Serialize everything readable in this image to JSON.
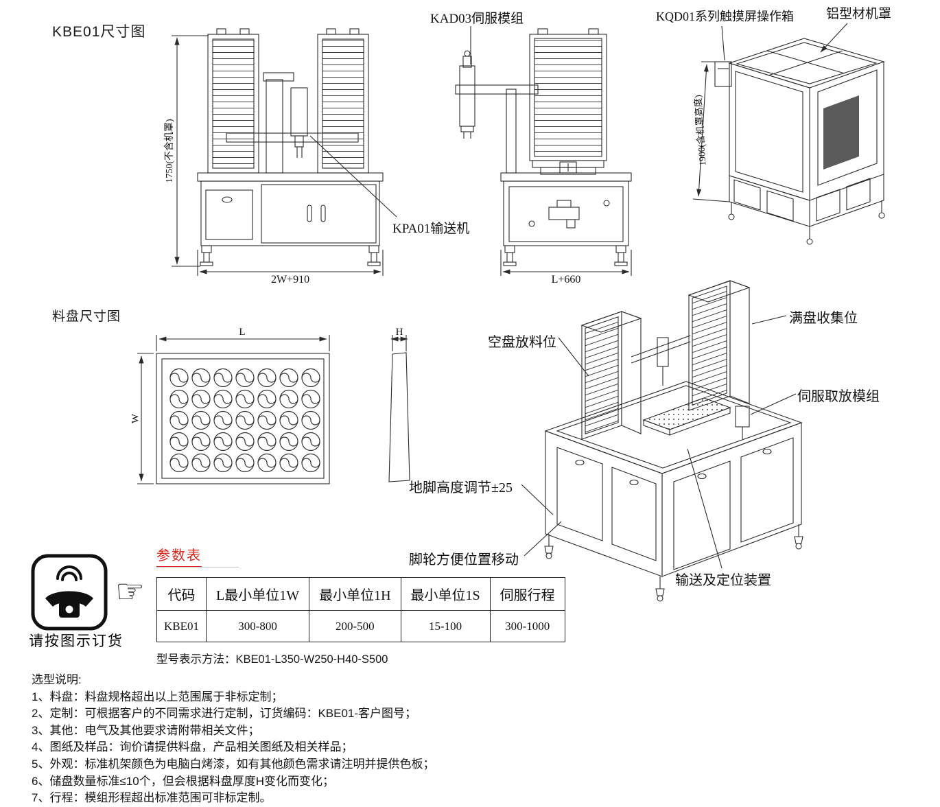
{
  "titles": {
    "front_view": "KBE01尺寸图",
    "tray_view": "料盘尺寸图",
    "order_caption": "请按图示订货"
  },
  "callouts": {
    "servo_module": "KAD03伺服模组",
    "touchscreen_box": "KQD01系列触摸屏操作箱",
    "aluminum_cover": "铝型材机罩",
    "conveyor": "KPA01输送机",
    "empty_tray_station": "空盘放料位",
    "full_tray_station": "满盘收集位",
    "servo_pick_module": "伺服取放模组",
    "foot_height_adjust": "地脚高度调节±25",
    "caster_move": "脚轮方便位置移动",
    "convey_positioning": "输送及定位装置"
  },
  "dimensions": {
    "front_height": "1750(不含机罩)",
    "front_width": "2W+910",
    "side_width": "L+660",
    "housing_height": "1900(含机罩高度)",
    "tray_length": "L",
    "tray_width": "W",
    "tray_thickness": "H"
  },
  "param_table": {
    "title": "参数表",
    "headers": [
      "代码",
      "L最小单位1W",
      "最小单位1H",
      "最小单位1S",
      "伺服行程"
    ],
    "row": [
      "KBE01",
      "300-800",
      "200-500",
      "15-100",
      "300-1000"
    ],
    "model_note": "型号表示方法：KBE01-L350-W250-H40-S500"
  },
  "notes": {
    "title": "选型说明:",
    "items": [
      "1、料盘：料盘规格超出以上范围属于非标定制；",
      "2、定制：可根据客户的不同需求进行定制，订货编码：KBE01-客户图号；",
      "3、其他：电气及其他要求请附带相关文件；",
      "4、图纸及样品：询价请提供料盘，产品相关图纸及相关样品；",
      "5、外观：标准机架颜色为电脑白烤漆，如有其他颜色需求请注明并提供色板；",
      "6、储盘数量标准≤10个，但会根据料盘厚度H变化而变化；",
      "7、行程：模组形程超出标准范围可非标定制。"
    ]
  },
  "colors": {
    "accent_red": "#d9261c",
    "line": "#2a2a2a"
  }
}
